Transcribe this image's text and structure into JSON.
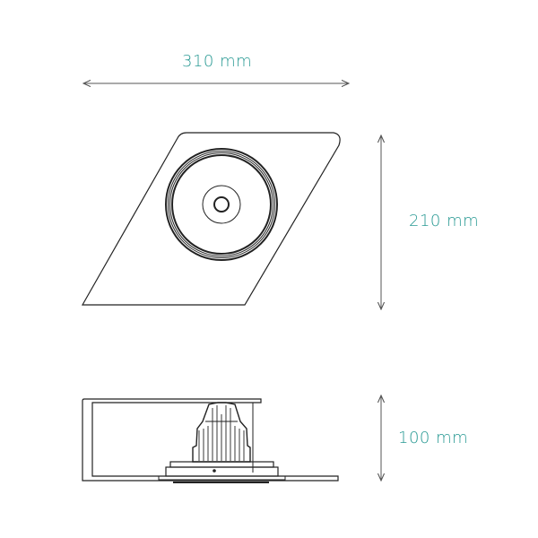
{
  "dimensions": {
    "width": "310 mm",
    "depth": "210 mm",
    "height": "100 mm"
  },
  "colors": {
    "label": "#2a9a94",
    "line": "#222222",
    "dimension_line": "#555555"
  }
}
